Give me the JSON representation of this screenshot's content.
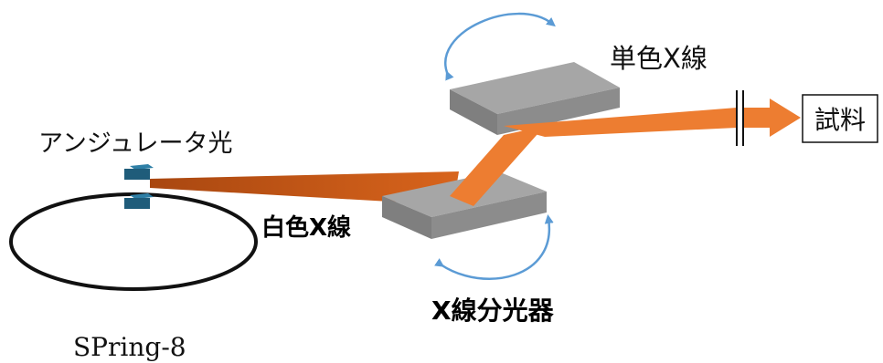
{
  "labels": {
    "undulator": "アンジュレータ光",
    "white_xray": "白色X線",
    "mono_xray": "単色X線",
    "monochromator": "X線分光器",
    "sample": "試料",
    "facility": "SPring-8"
  },
  "colors": {
    "beam_orange": "#ED7D31",
    "beam_dark": "#C55A11",
    "crystal_top": "#A6A6A6",
    "crystal_side": "#7F7F7F",
    "undulator_magnet": "#1F5C7A",
    "rotation_arrow": "#5B9BD5",
    "ring": "#111111"
  }
}
